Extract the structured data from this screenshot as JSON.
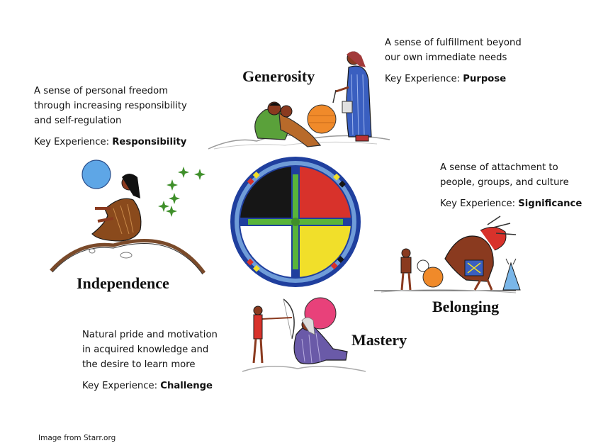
{
  "sections": {
    "generosity": {
      "title": "Generosity",
      "description": [
        "A sense of fulfillment beyond",
        "our own immediate needs"
      ],
      "key_prefix": "Key Experience: ",
      "key_value": "Purpose"
    },
    "independence": {
      "title": "Independence",
      "description": [
        "A sense of personal freedom",
        "through increasing responsibility",
        "and self-regulation"
      ],
      "key_prefix": "Key Experience: ",
      "key_value": "Responsibility"
    },
    "belonging": {
      "title": "Belonging",
      "description": [
        "A sense of attachment to",
        "people, groups, and culture"
      ],
      "key_prefix": "Key Experience: ",
      "key_value": "Significance"
    },
    "mastery": {
      "title": "Mastery",
      "description": [
        "Natural pride and motivation",
        "in acquired knowledge and",
        "the desire to learn more"
      ],
      "key_prefix": "Key Experience: ",
      "key_value": "Challenge"
    }
  },
  "credit": "Image from Starr.org",
  "colors": {
    "wheel_black": "#161616",
    "wheel_red": "#d8322b",
    "wheel_yellow": "#f1df2a",
    "wheel_white": "#ffffff",
    "wheel_ring": "#1f3f9e",
    "wheel_cross": "#58b43a",
    "sun_blue": "#5ea6e6",
    "sun_orange": "#f08a2a",
    "sun_pink": "#e8417a"
  }
}
